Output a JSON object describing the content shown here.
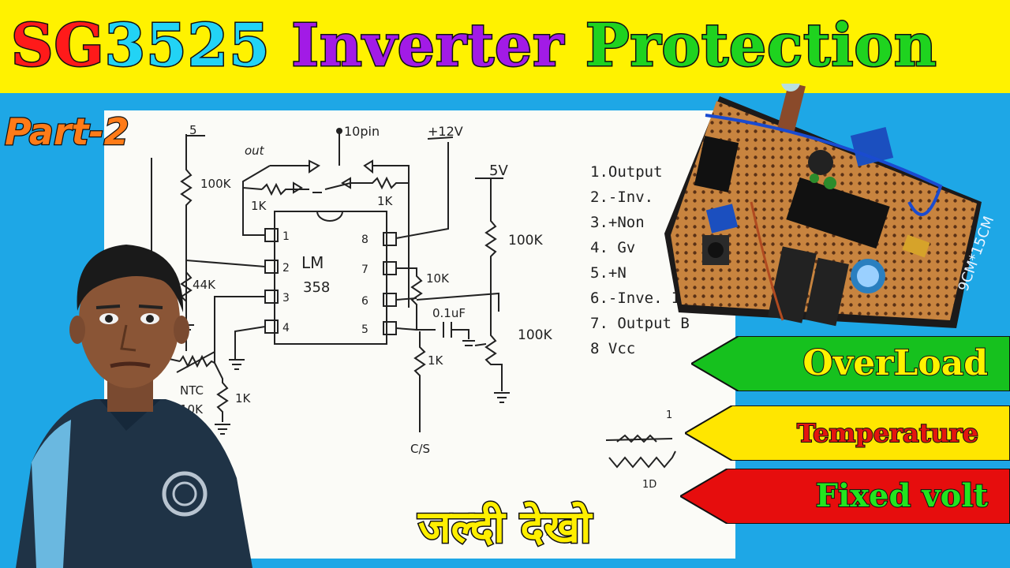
{
  "title": {
    "part1": "SG",
    "part2": "3525",
    "part3": "Inverter",
    "part4": "Protection",
    "colors": {
      "part1": "#ff1a1a",
      "part2": "#22d3f5",
      "part3": "#a21be6",
      "part4": "#1fd31f",
      "band": "#fff200"
    }
  },
  "subtitle": "Part-2",
  "schematic": {
    "ic_name": "LM",
    "ic_number": "358",
    "pins_left": [
      "1",
      "2",
      "3",
      "4"
    ],
    "pins_right": [
      "8",
      "7",
      "6",
      "5"
    ],
    "labels": {
      "top_left": "5",
      "out": "out",
      "pin10": "10pin",
      "v12": "+12V",
      "v5": "5V",
      "r100k_left": "100K",
      "r1k_a": "1K",
      "r1k_b": "1K",
      "r44k": "44K",
      "ntc": "NTC",
      "ntc_val": "10K",
      "r1k_ntc": "1K",
      "r100k_right": "100K",
      "r10k": "10K",
      "cap": "0.1uF",
      "pot100k": "100K",
      "r1k_cs": "1K",
      "cs": "C/S"
    },
    "pin_list": [
      "1.Output",
      "2.-Inv.",
      "3.+Non",
      "4. Gv",
      "5.+N",
      "6.-Inve. In",
      "7. Output B",
      "8 Vcc"
    ],
    "waveform_labels": {
      "top": "1",
      "bottom": "1D"
    }
  },
  "pcb": {
    "label": "9CM*15CM"
  },
  "tags": [
    {
      "text": "OverLoad",
      "bg": "#16c11e",
      "fg": "#fff200"
    },
    {
      "text": "Temperature",
      "bg": "#ffe600",
      "fg": "#e3160f"
    },
    {
      "text": "Fixed volt",
      "bg": "#e60d0d",
      "fg": "#23e41f"
    }
  ],
  "hindi_caption": "जल्दी देखो"
}
